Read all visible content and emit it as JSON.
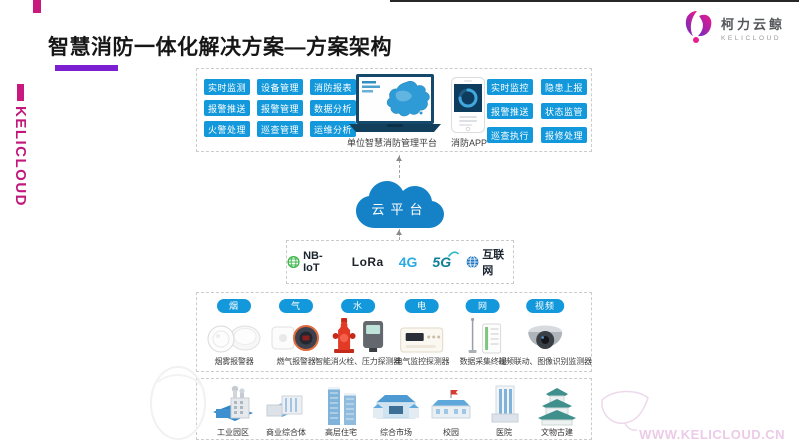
{
  "brand": {
    "vertical_text": "KELICLOUD",
    "logo_cn": "柯力云鲸",
    "logo_en": "KELICLOUD",
    "url": "WWW.KELICLOUD.CN"
  },
  "header": {
    "title": "智慧消防一体化解决方案—方案架构"
  },
  "platform": {
    "left_buttons": [
      "实时监测",
      "设备管理",
      "消防报表",
      "报警推送",
      "报警管理",
      "数据分析",
      "火警处理",
      "巡查管理",
      "运维分析"
    ],
    "laptop_label": "单位智慧消防管理平台",
    "phone_label": "消防APP",
    "right_buttons": [
      "实时监控",
      "隐患上报",
      "报警推送",
      "状态监管",
      "巡查执行",
      "报修处理"
    ]
  },
  "cloud": {
    "label": "云平台"
  },
  "connectivity": {
    "items": [
      "NB-IoT",
      "LoRa",
      "4G",
      "5G",
      "互联网"
    ]
  },
  "devices": {
    "categories": [
      "烟",
      "气",
      "水",
      "电",
      "网",
      "视频"
    ],
    "labels": [
      "烟雾报警器",
      "燃气报警器",
      "智能消火栓、压力探测器",
      "电气监控探测器",
      "数据采集终端",
      "视频联动、图像识别监测器"
    ]
  },
  "scenarios": [
    "工业园区",
    "商业综合体",
    "高层住宅",
    "综合市场",
    "校园",
    "医院",
    "文物古建"
  ],
  "colors": {
    "brand_magenta": "#C9187E",
    "accent_purple": "#7B1FD0",
    "button_blue": "#1298DB",
    "cloud_blue": "#1582C8"
  }
}
